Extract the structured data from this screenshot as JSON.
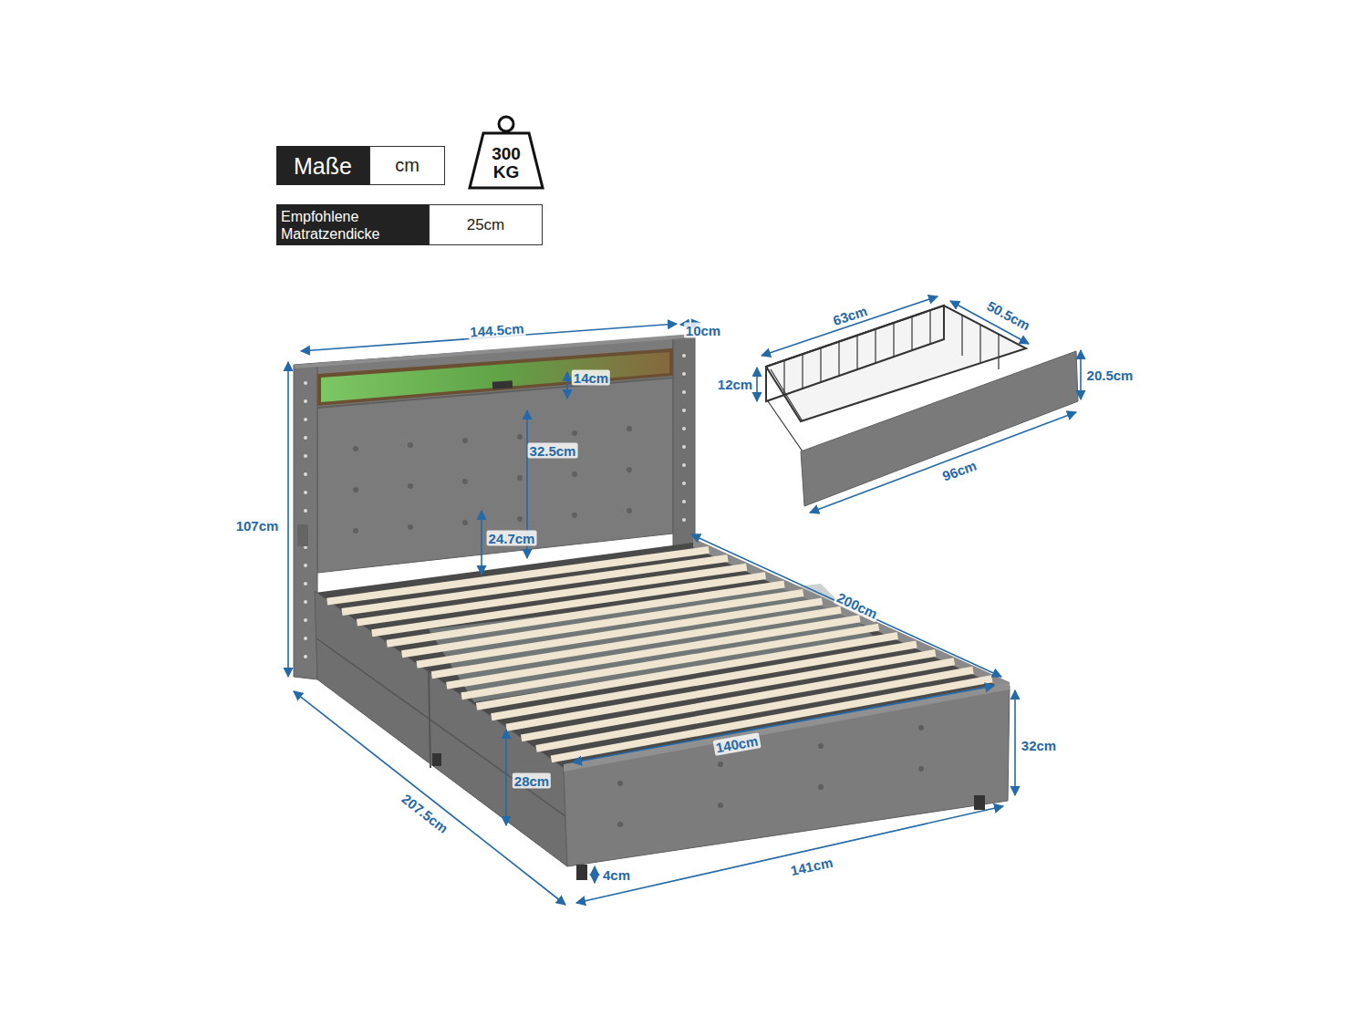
{
  "diagram": {
    "nodes": [
      {
        "text": [
          "Maße"
        ]
      },
      {
        "text": [
          "cm"
        ]
      },
      {
        "text": [
          "300 KG"
        ]
      },
      {
        "text": [
          "Empfohlene Matratzendicke"
        ]
      },
      {
        "text": [
          "25cm"
        ]
      }
    ],
    "labels": [
      "144.5cm",
      "10cm",
      "14cm",
      "32.5cm",
      "107cm",
      "24.7cm",
      "200cm",
      "140cm",
      "28cm",
      "32cm",
      "207.5cm",
      "141cm",
      "4cm",
      "63cm",
      "50.5cm",
      "12cm",
      "20.5cm",
      "96cm"
    ]
  }
}
